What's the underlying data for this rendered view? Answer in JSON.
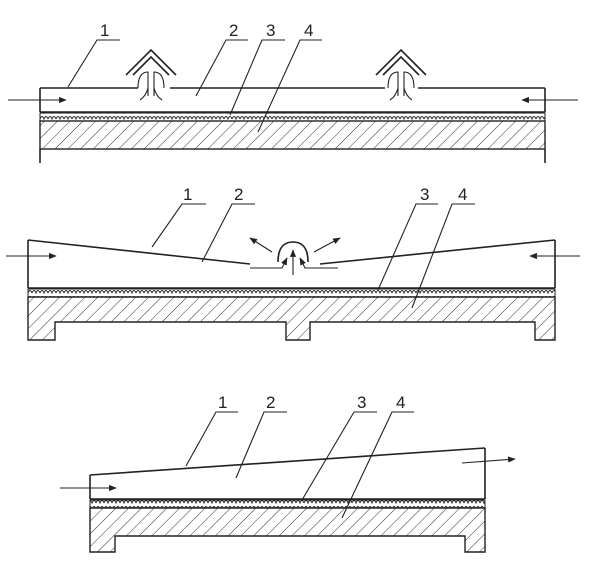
{
  "diagrams": [
    {
      "id": "top",
      "labels": [
        "1",
        "2",
        "3",
        "4"
      ]
    },
    {
      "id": "middle",
      "labels": [
        "1",
        "2",
        "3",
        "4"
      ]
    },
    {
      "id": "bottom",
      "labels": [
        "1",
        "2",
        "3",
        "4"
      ]
    }
  ]
}
